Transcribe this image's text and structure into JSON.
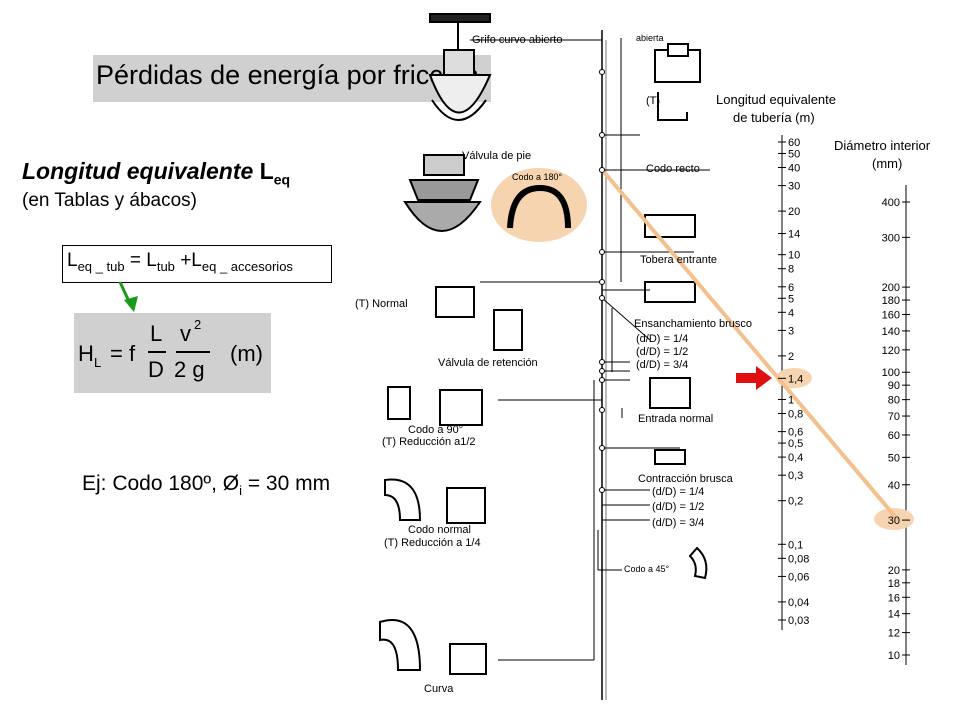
{
  "slide": {
    "title": "Pérdidas de energía por fricción",
    "subtitle_bold": "Longitud equivalente",
    "subtitle_L": "L",
    "subtitle_sub": "eq",
    "note": "(en Tablas y ábacos)",
    "equation": {
      "lhs": "L",
      "lhs_sub": "eq _ tub",
      "eq": "=",
      "t1": "L",
      "t1_sub": "tub",
      "plus": "+",
      "t2": "L",
      "t2_sub": "eq _ accesorios"
    },
    "hl": {
      "H": "H",
      "H_sub": "L",
      "eq": "= f",
      "L": "L",
      "D": "D",
      "v2": "v",
      "sup": "2",
      "g": "2 g",
      "units": "(m)"
    },
    "example": "Ej: Codo 180º, Ø",
    "example_sub": "i",
    "example_tail": "= 30 mm"
  },
  "nomogram": {
    "fittings": [
      "Grifo curvo abierto",
      "abierta",
      "(T)",
      "Válvula de pie",
      "Codo a 180°",
      "Codo recto",
      "Tobera entrante",
      "(T) Normal",
      "Válvula de retención",
      "Ensanchamiento brusco",
      "(d/D) = 1/4",
      "(d/D) = 1/2",
      "(d/D) = 3/4",
      "Entrada normal",
      "Codo a 90°",
      "(T) Reducción a1/2",
      "Contracción brusca",
      "(d/D) = 1/4",
      "(d/D) = 1/2",
      "(d/D) = 3/4",
      "Codo normal",
      "(T) Reducción a 1/4",
      "Codo a 45°",
      "Curva"
    ],
    "length_axis": {
      "title_line1": "Longitud equivalente",
      "title_line2": "de tubería (m)",
      "ticks": [
        "60",
        "50",
        "40",
        "30",
        "20",
        "14",
        "10",
        "8",
        "6",
        "5",
        "4",
        "3",
        "2",
        "1,4",
        "1",
        "0,8",
        "0,6",
        "0,5",
        "0,4",
        "0,3",
        "0,2",
        "0,1",
        "0,08",
        "0,06",
        "0,04",
        "0,03"
      ]
    },
    "diameter_axis": {
      "title_line1": "Diámetro interior",
      "title_line2": "(mm)",
      "ticks": [
        "400",
        "300",
        "200",
        "180",
        "160",
        "140",
        "120",
        "100",
        "90",
        "80",
        "70",
        "60",
        "50",
        "40",
        "30",
        "20",
        "18",
        "16",
        "14",
        "12",
        "10"
      ]
    },
    "result": {
      "length_m": "1,4",
      "diameter_mm": "30"
    },
    "colors": {
      "highlight_line": "#f4c08d",
      "highlight_fill": "#f7d4b0",
      "arrow": "#e01010",
      "green_arrow": "#1a9a1a"
    }
  }
}
